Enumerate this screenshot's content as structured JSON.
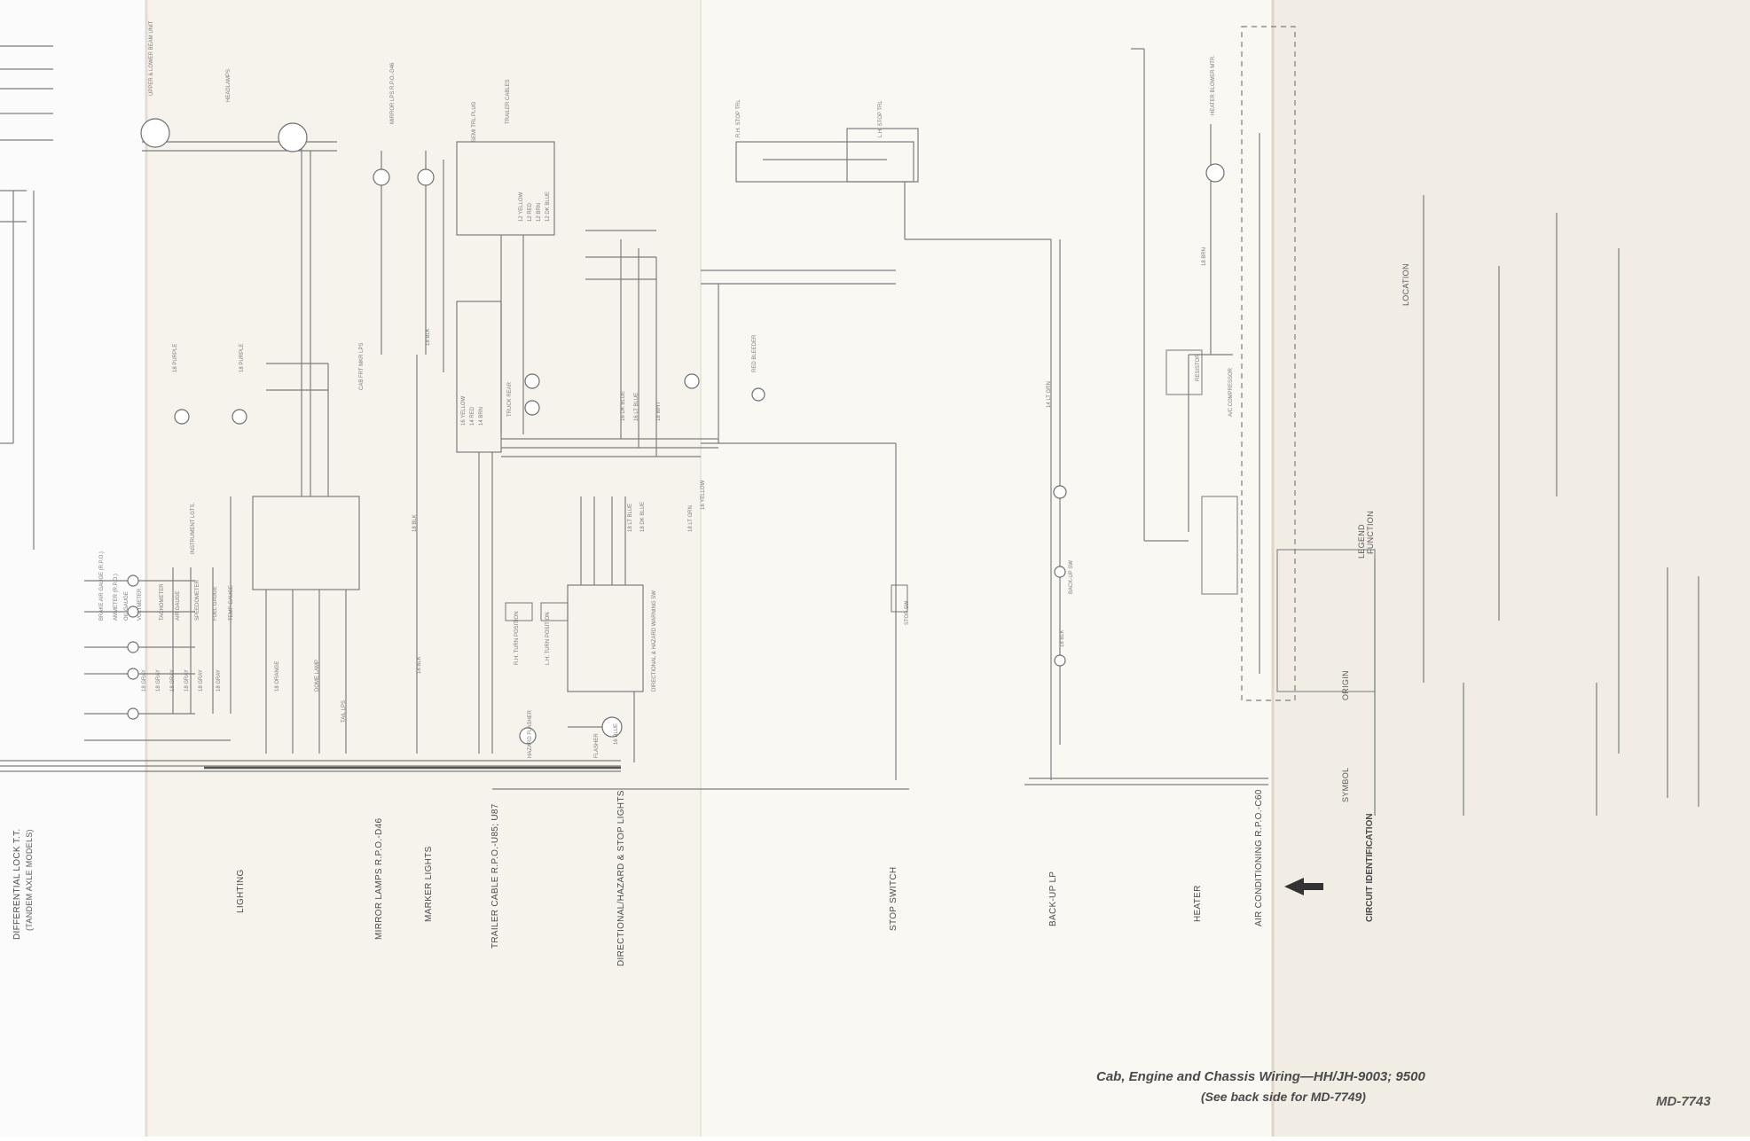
{
  "caption": {
    "line1": "Cab, Engine and Chassis Wiring—HH/JH-9003; 9500",
    "line2": "(See back side for MD-7749)"
  },
  "doc_number": "MD-7743",
  "sections": {
    "differential_lock": "DIFFERENTIAL LOCK T.T.",
    "differential_lock_sub": "(TANDEM AXLE MODELS)",
    "lighting": "LIGHTING",
    "mirror_lamps": "MIRROR LAMPS R.P.O.-D46",
    "marker_lights": "MARKER LIGHTS",
    "trailer_cable": "TRAILER CABLE R.P.O.-U85; U87",
    "directional_hazard": "DIRECTIONAL/HAZARD & STOP LIGHTS",
    "stop_switch": "STOP SWITCH",
    "back_up_lp": "BACK-UP LP",
    "heater": "HEATER",
    "air_conditioning": "AIR CONDITIONING R.P.O.-C60",
    "circuit_identification": "CIRCUIT IDENTIFICATION"
  },
  "legend": {
    "symbol": "SYMBOL",
    "function": "FUNCTION",
    "origin": "ORIGIN",
    "location": "LOCATION",
    "legend_heading": "LEGEND"
  },
  "components": {
    "upper_lower_beam_unit": "UPPER & LOWER BEAM UNIT",
    "headlamps": "HEADLAMPS",
    "tachometer": "TACHOMETER",
    "air_gauge": "AIR GAUGE",
    "speedometer": "SPEEDOMETER",
    "fuel_gauge": "FUEL GAUGE",
    "temp_gauge": "TEMP GAUGE",
    "instrument_lights": "INSTRUMENT LGTS.",
    "oil_gauge": "OIL GAUGE",
    "voltmeter": "VOLTMETER",
    "ammeter": "AMMETER (R.P.O.)",
    "brake_air_gauge": "BRAKE AIR GAUGE (R.P.O.)",
    "truck_rear": "TRUCK REAR",
    "semi_trl_plug": "SEMI TRL PLUG",
    "trailer_cables": "TRAILER CABLES",
    "hazard_flasher": "HAZARD FLASHER",
    "flasher": "FLASHER",
    "rh_turn_position": "R.H. TURN POSITION",
    "lh_turn_position": "L.H. TURN POSITION",
    "directional_hazard_warning_sw": "DIRECTIONAL & HAZARD WARNING SW",
    "red_bleeder": "RED BLEEDER",
    "heater_blower_mtr": "HEATER BLOWER MTR.",
    "resistor": "RESISTOR",
    "air_compressor": "A/C COMPRESSOR",
    "stop_sw": "STOP SW",
    "back_up_sw": "BACK-UP SW",
    "dome_lamp": "DOME LAMP",
    "tail_lps": "TAIL LPS",
    "cab_frt_mkr_lps": "CAB FRT MKR LPS",
    "mirror_lps": "MIRROR LPS R.P.O.-D46",
    "lh_stop_trl": "L.H. STOP TRL",
    "rh_stop_trl": "R.H. STOP TRL"
  },
  "wires": [
    "18 GRAY",
    "18 GRAY",
    "18 GRAY",
    "18 GRAY",
    "18 GRAY",
    "18 GRAY",
    "18 ORANGE",
    "18 PURPLE",
    "18 PURPLE",
    "18 BLK",
    "18 BLK",
    "18 BLK",
    "16 YELLOW",
    "14 RED",
    "14 BRN",
    "16 DK BLUE",
    "16 LT BLUE",
    "18 WHT",
    "12 YELLOW",
    "12 RED",
    "12 BRN",
    "12 DK BLUE",
    "14 LT GRN",
    "18 BLK",
    "18 LT BLUE",
    "18 DK BLUE",
    "18 LT GRN",
    "16 BLUE",
    "16 YELLOW",
    "18 BRN"
  ],
  "colors": {
    "paper": "#ffffff",
    "paper_shade": "#f4f1ea",
    "ink": "#5e5e5e",
    "line": "#8a8a8a",
    "fold_shadow": "#e6e1d6"
  }
}
